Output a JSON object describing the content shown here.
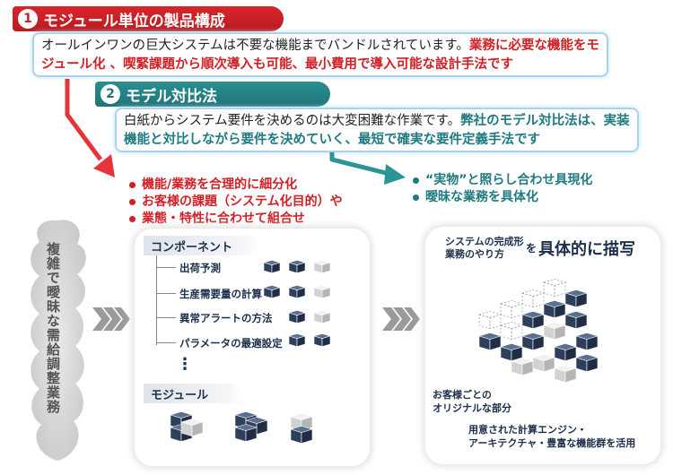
{
  "section1": {
    "number": "1",
    "title": "モジュール単位の製品構成",
    "desc_plain": "オールインワンの巨大システムは不要な機能までバンドルされています。",
    "desc_highlight": "業務に必要な機能をモジュール化 、喫緊課題から順次導入も可能、最小費用で導入可能な設計手法です"
  },
  "section2": {
    "number": "2",
    "title": "モデル対比法",
    "desc_plain": "白紙からシステム要件を決めるのは大変困難な作業です。",
    "desc_highlight": "弊社のモデル対比法は、実装機能と対比しながら要件を決めていく、最短で確実な要件定義手法です"
  },
  "left_bullets": [
    "機能/業務を合理的に細分化",
    "お客様の課題（システム化目的）や",
    "業態・特性に合わせて組合せ"
  ],
  "right_bullets": [
    "“実物”と照らし合わせ具現化",
    "曖昧な業務を具体化"
  ],
  "cloud_text": "複雑で曖昧な需給調整業務",
  "left_panel": {
    "component_label": "コンポーネント",
    "items": [
      "出荷予測",
      "生産需要量の計算",
      "異常アラートの方法",
      "パラメータの最適設定"
    ],
    "ellipsis": "⋮",
    "module_label": "モジュール"
  },
  "right_panel": {
    "line1": "システムの完成形",
    "line2": "業務のやり方",
    "wo": "を",
    "headline": "具体的に描写",
    "original_line1": "お客様ごとの",
    "original_line2": "オリジナルな部分",
    "engine_line1": "用意された計算エンジン・",
    "engine_line2": "アーキテクチャ・豊富な機能群を活用"
  },
  "colors": {
    "red": "#d21f25",
    "teal": "#1f7b7f",
    "navy": "#1c2f4c",
    "box_border": "#a9d4ec"
  },
  "icons": [
    "number-badge",
    "arrow-red-icon",
    "arrow-teal-icon",
    "chevron-right-icon",
    "cube-icon",
    "cloud-shape"
  ]
}
